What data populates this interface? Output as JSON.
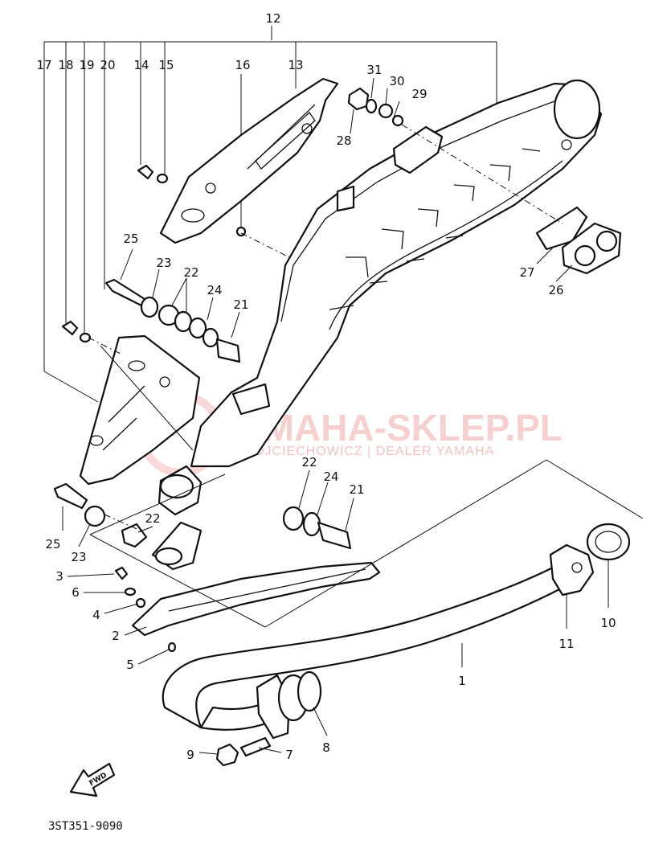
{
  "diagram": {
    "catalog_code": "3ST351-9090",
    "fwd_label": "FWD",
    "watermark": {
      "brand": "YAMAHA-SKLEP.PL",
      "dealer": "WOJCIECHOWICZ | DEALER YAMAHA"
    },
    "callouts": {
      "c1": "1",
      "c2": "2",
      "c3": "3",
      "c4": "4",
      "c5": "5",
      "c6": "6",
      "c7": "7",
      "c8": "8",
      "c9": "9",
      "c10": "10",
      "c11": "11",
      "c12": "12",
      "c13": "13",
      "c14": "14",
      "c15": "15",
      "c16": "16",
      "c17": "17",
      "c18": "18",
      "c19": "19",
      "c20": "20",
      "c21a": "21",
      "c21b": "21",
      "c22a": "22",
      "c22b": "22",
      "c22c": "22",
      "c23a": "23",
      "c23b": "23",
      "c24a": "24",
      "c24b": "24",
      "c25a": "25",
      "c25b": "25",
      "c26": "26",
      "c27": "27",
      "c28": "28",
      "c29": "29",
      "c30": "30",
      "c31": "31"
    }
  }
}
